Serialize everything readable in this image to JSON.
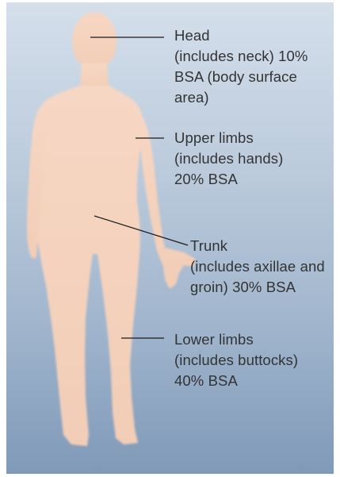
{
  "labels": {
    "head": [
      "Head",
      "(includes neck) 10%",
      "BSA (body surface",
      "area)"
    ],
    "upper_limbs": [
      "Upper limbs",
      "(includes hands)",
      "20% BSA"
    ],
    "trunk": [
      "Trunk",
      "(includes axillae and",
      "groin) 30% BSA"
    ],
    "lower_limbs": [
      "Lower limbs",
      "(includes buttocks)",
      "40% BSA"
    ]
  },
  "colors": {
    "skin": "#f7d6c2",
    "background_top": "#d4dfeb",
    "background_bottom": "#7f99b8",
    "text": "#333333",
    "leader_line": "#1a1a1a"
  }
}
